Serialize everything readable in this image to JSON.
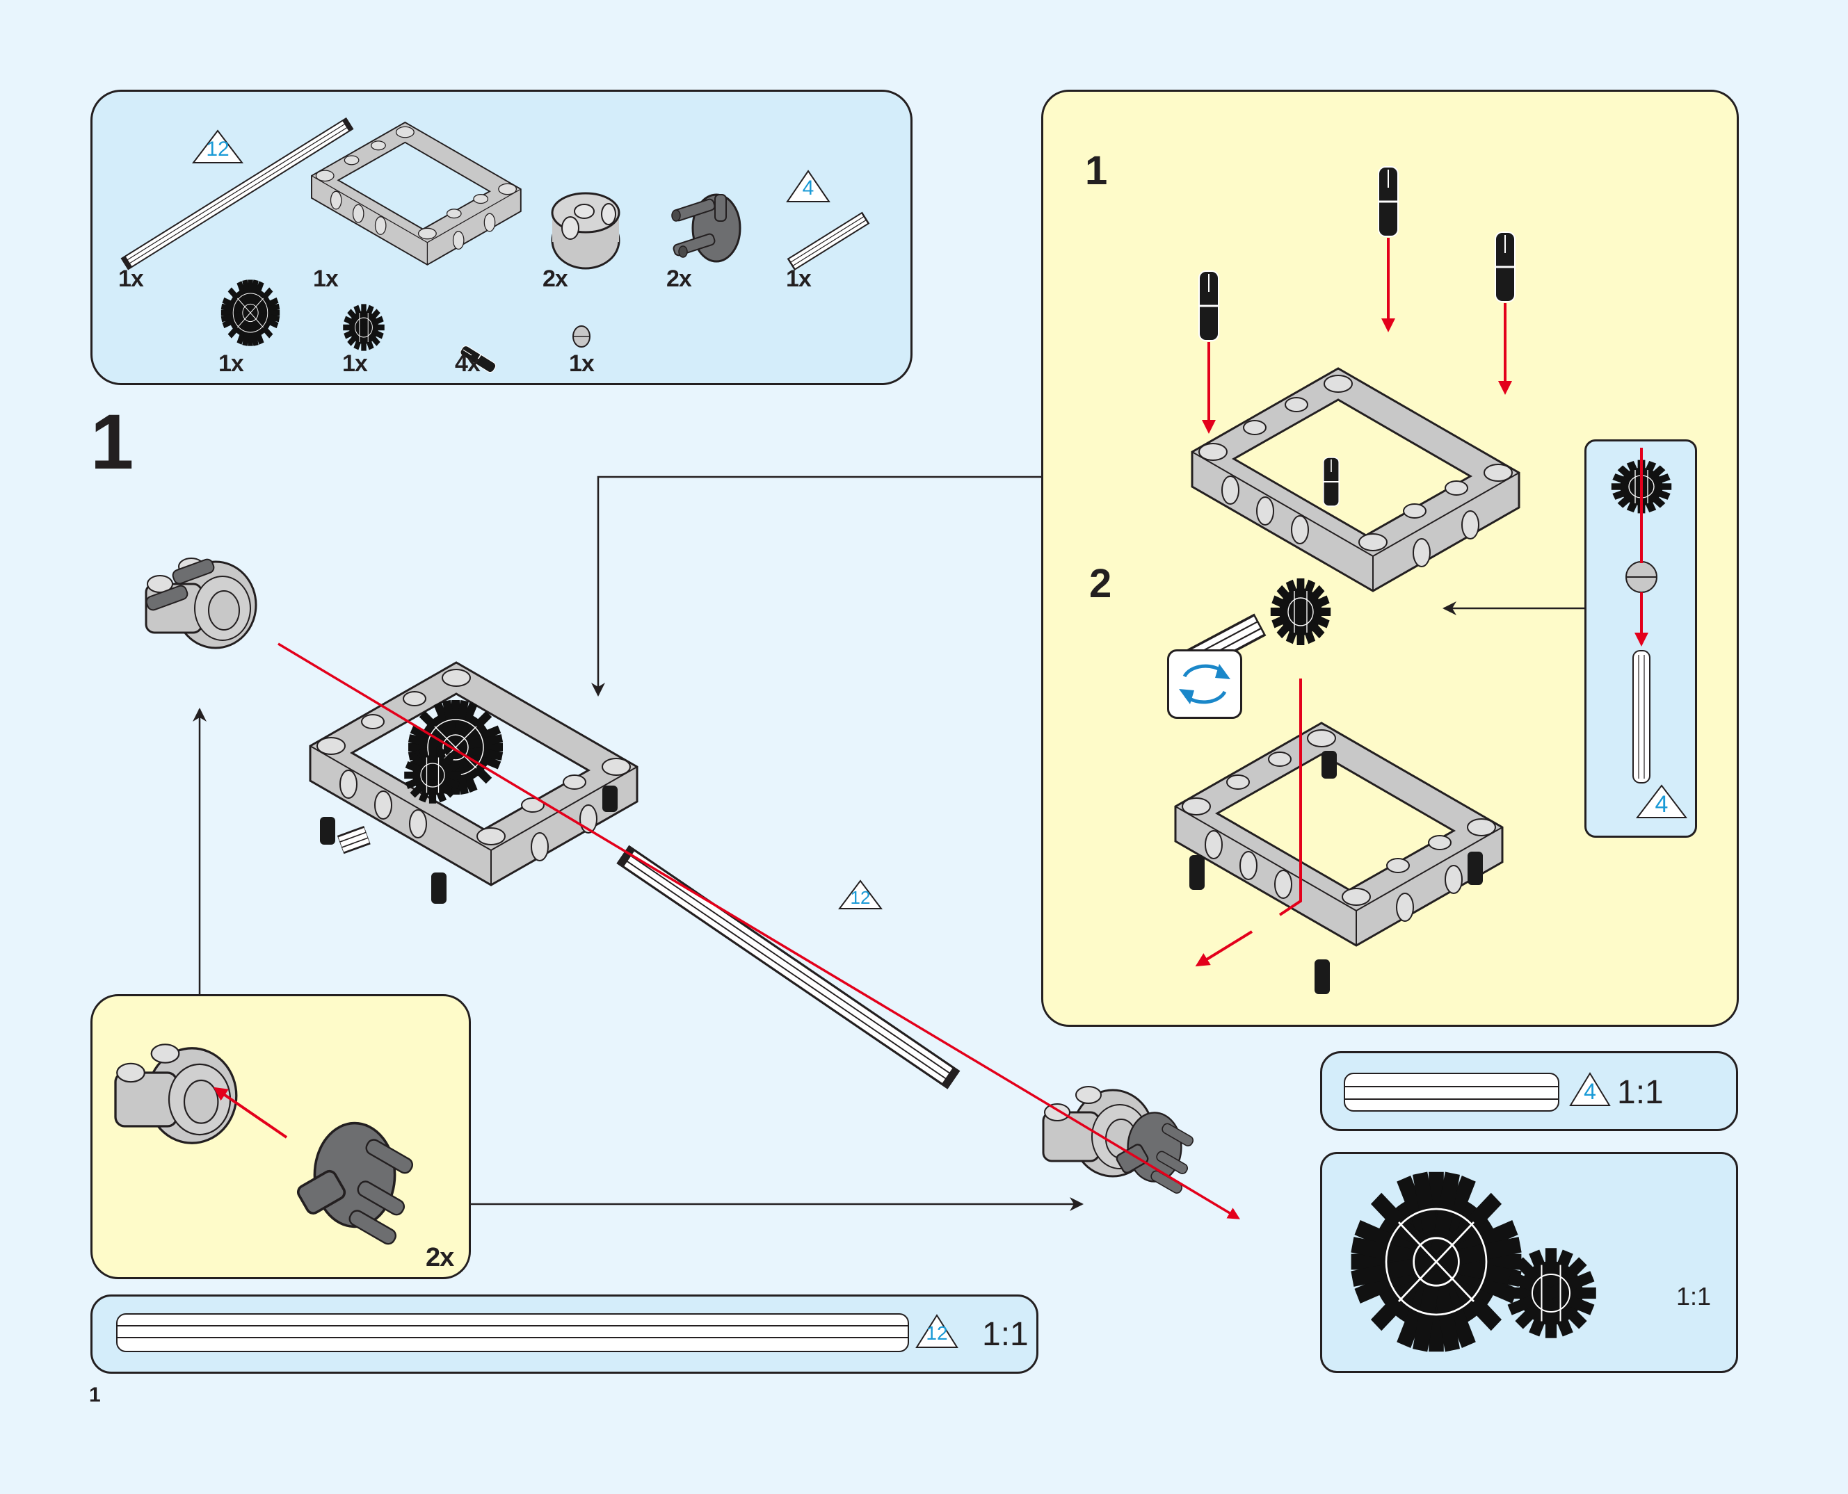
{
  "page": {
    "step_number": "1",
    "page_number": "1"
  },
  "parts_list": {
    "items": [
      {
        "part": "axle-12",
        "qty": "1x",
        "length_badge": "12"
      },
      {
        "part": "open-frame-5x7",
        "qty": "1x"
      },
      {
        "part": "rotor-housing-light-gray",
        "qty": "2x"
      },
      {
        "part": "rotor-dark-gray",
        "qty": "2x"
      },
      {
        "part": "axle-4",
        "qty": "1x",
        "length_badge": "4"
      },
      {
        "part": "gear-24-tooth",
        "qty": "1x"
      },
      {
        "part": "gear-12-tooth",
        "qty": "1x"
      },
      {
        "part": "friction-pin-black",
        "qty": "4x"
      },
      {
        "part": "bush",
        "qty": "1x"
      }
    ]
  },
  "substeps": {
    "step1_label": "1",
    "step2_label": "2",
    "callout_axle_badge": "4",
    "rotate_icon": "rotate-model-icon"
  },
  "subassembly": {
    "qty": "2x"
  },
  "main": {
    "axle_badge": "12"
  },
  "scale_guides": [
    {
      "id": "axle-12-ruler",
      "badge": "12",
      "ratio": "1:1"
    },
    {
      "id": "axle-4-ruler",
      "badge": "4",
      "ratio": "1:1"
    },
    {
      "id": "gears-guide",
      "ratio": "1:1"
    }
  ],
  "colors": {
    "page_bg": "#e8f5fd",
    "blue_panel": "#d4edfa",
    "yellow_panel": "#fefbc9",
    "arrow_red": "#e3001b",
    "badge_blue": "#1a9ad6",
    "outline": "#231f20",
    "light_gray_part": "#c8c8c8",
    "dark_gray_part": "#6d6e70"
  }
}
